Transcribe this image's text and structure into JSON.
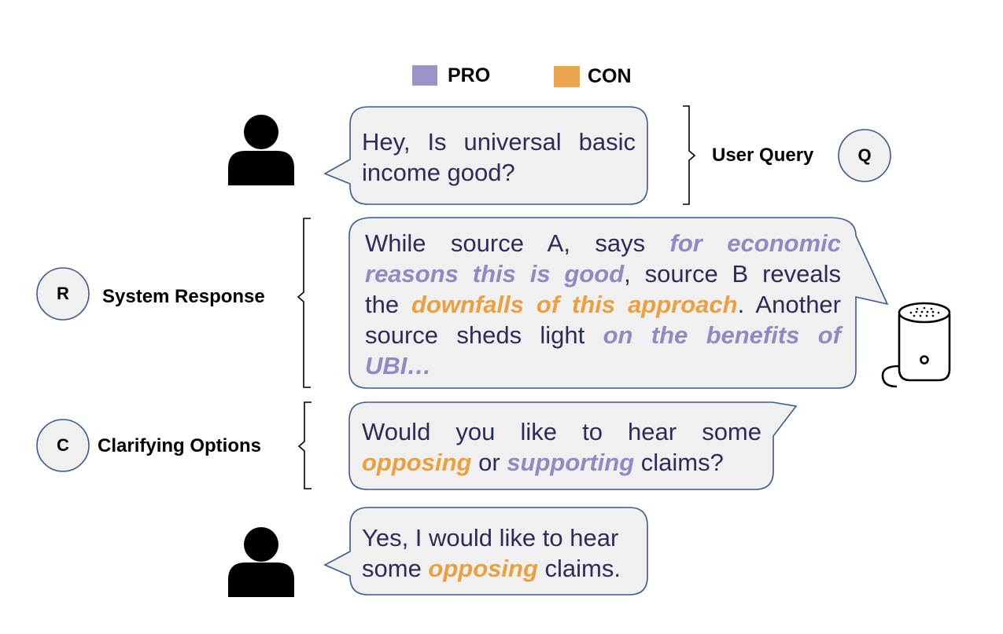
{
  "colors": {
    "pro": "#8f8ac2",
    "con": "#eba040",
    "bubble_fill": "#f0f0f0",
    "bubble_stroke": "#3b5a8c",
    "text": "#2c2c5a"
  },
  "legend": {
    "pro_label": "PRO",
    "con_label": "CON"
  },
  "user_query": {
    "line1": "Hey, Is universal basic",
    "line2": "income good?",
    "label": "User Query",
    "badge": "Q"
  },
  "system_response": {
    "label": "System Response",
    "badge": "R",
    "line1_a": "While source A, says ",
    "line1_pro": "for economic",
    "line2_pro": "reasons this is good",
    "line2_b": ", source B reveals",
    "line3_a": "the ",
    "line3_con": "downfalls of this approach",
    "line3_b": ". Another",
    "line4_a": "source sheds light ",
    "line4_pro": "on the benefits of",
    "line5_pro": "UBI…"
  },
  "clarifying": {
    "label": "Clarifying Options",
    "badge": "C",
    "line1": "Would you like to hear some",
    "line2_con": "opposing",
    "line2_mid": " or ",
    "line2_pro": "supporting",
    "line2_end": " claims?"
  },
  "user_reply": {
    "line1": "Yes, I would like to hear",
    "line2_a": "some ",
    "line2_con": "opposing",
    "line2_b": " claims."
  },
  "icons": [
    "user-icon",
    "smart-speaker-icon"
  ]
}
